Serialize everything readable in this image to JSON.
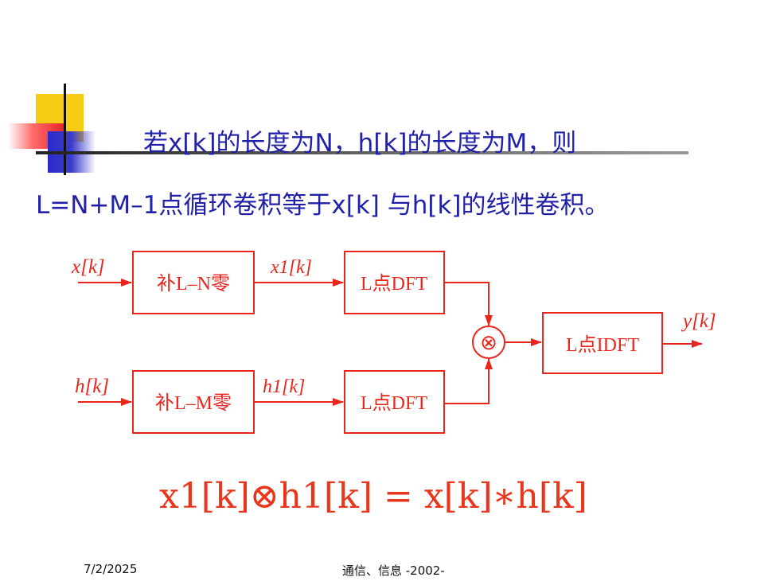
{
  "title": {
    "line1": "若x[k]的长度为N，h[k]的长度为M，则",
    "line2": "L=N+M–1点循环卷积等于x[k] 与h[k]的线性卷积。"
  },
  "diagram": {
    "input_top": "x[k]",
    "input_bottom": "h[k]",
    "pad_top": "补L–N零",
    "pad_bottom": "补L–M零",
    "mid_top": "x1[k]",
    "mid_bottom": "h1[k]",
    "dft_top": "L点DFT",
    "dft_bottom": "L点DFT",
    "multiplier": "⊗",
    "idft": "L点IDFT",
    "output": "y[k]"
  },
  "formula": "x1[k]⊗h1[k] = x[k]∗h[k]",
  "footer": {
    "date": "7/2/2025",
    "center": "通信、信息  -2002-"
  },
  "colors": {
    "title_blue": "#2020aa",
    "diagram_red": "#e8261c"
  }
}
